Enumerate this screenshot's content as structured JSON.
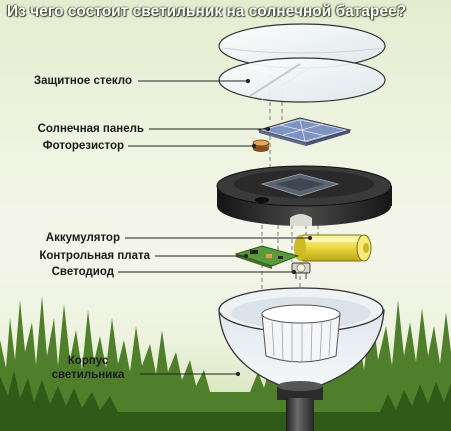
{
  "title": "Из чего состоит светильник на солнечной батарее?",
  "labels": {
    "protective_glass": "Защитное стекло",
    "solar_panel": "Солнечная панель",
    "photoresistor": "Фоторезистор",
    "battery": "Аккумулятор",
    "control_board": "Контрольная плата",
    "led": "Светодиод",
    "housing_line1": "Корпус",
    "housing_line2": "светильника"
  },
  "colors": {
    "title_text": "#ffffff",
    "grass": "#3f6d1f",
    "battery": "#e8d83a",
    "board": "#5a9a3a",
    "top_cap": "#2a2a2a",
    "post": "#3b3b3b"
  }
}
